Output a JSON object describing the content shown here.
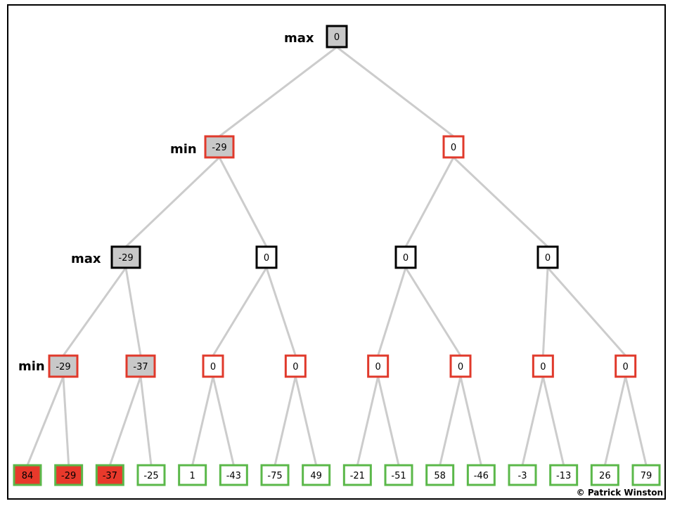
{
  "labels": {
    "max_root": "max",
    "min_1": "min",
    "max_2": "max",
    "min_3": "min"
  },
  "copyright": "© Patrick Winston",
  "colors": {
    "edge": "#cccccc",
    "gray_fill": "#c8c8c8",
    "red_fill": "#e8392b",
    "white_fill": "#ffffff",
    "black_border": "#000000",
    "red_border": "#e0392b",
    "green_border": "#5bb84a"
  },
  "tree": {
    "levels": [
      [
        {
          "value": "0",
          "border": "black",
          "fill": "gray"
        }
      ],
      [
        {
          "value": "-29",
          "border": "red",
          "fill": "gray"
        },
        {
          "value": "0",
          "border": "red",
          "fill": "white"
        }
      ],
      [
        {
          "value": "-29",
          "border": "black",
          "fill": "gray"
        },
        {
          "value": "0",
          "border": "black",
          "fill": "white"
        },
        {
          "value": "0",
          "border": "black",
          "fill": "white"
        },
        {
          "value": "0",
          "border": "black",
          "fill": "white"
        }
      ],
      [
        {
          "value": "-29",
          "border": "red",
          "fill": "gray"
        },
        {
          "value": "-37",
          "border": "red",
          "fill": "gray"
        },
        {
          "value": "0",
          "border": "red",
          "fill": "white"
        },
        {
          "value": "0",
          "border": "red",
          "fill": "white"
        },
        {
          "value": "0",
          "border": "red",
          "fill": "white"
        },
        {
          "value": "0",
          "border": "red",
          "fill": "white"
        },
        {
          "value": "0",
          "border": "red",
          "fill": "white"
        },
        {
          "value": "0",
          "border": "red",
          "fill": "white"
        }
      ],
      [
        {
          "value": "84",
          "border": "green",
          "fill": "red"
        },
        {
          "value": "-29",
          "border": "green",
          "fill": "red"
        },
        {
          "value": "-37",
          "border": "green",
          "fill": "red"
        },
        {
          "value": "-25",
          "border": "green",
          "fill": "white"
        },
        {
          "value": "1",
          "border": "green",
          "fill": "white"
        },
        {
          "value": "-43",
          "border": "green",
          "fill": "white"
        },
        {
          "value": "-75",
          "border": "green",
          "fill": "white"
        },
        {
          "value": "49",
          "border": "green",
          "fill": "white"
        },
        {
          "value": "-21",
          "border": "green",
          "fill": "white"
        },
        {
          "value": "-51",
          "border": "green",
          "fill": "white"
        },
        {
          "value": "58",
          "border": "green",
          "fill": "white"
        },
        {
          "value": "-46",
          "border": "green",
          "fill": "white"
        },
        {
          "value": "-3",
          "border": "green",
          "fill": "white"
        },
        {
          "value": "-13",
          "border": "green",
          "fill": "white"
        },
        {
          "value": "26",
          "border": "green",
          "fill": "white"
        },
        {
          "value": "79",
          "border": "green",
          "fill": "white"
        }
      ]
    ]
  }
}
